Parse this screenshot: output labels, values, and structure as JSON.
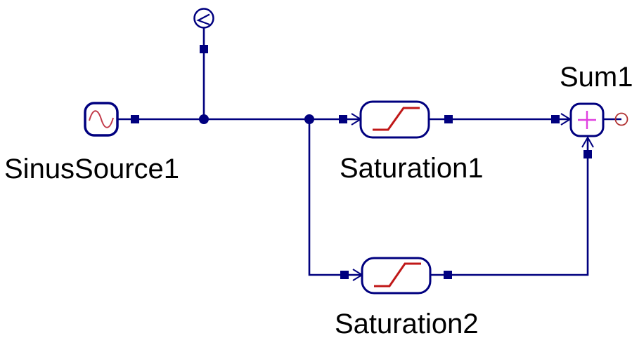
{
  "diagram": {
    "background": "#ffffff",
    "colors": {
      "connection": "#00007f",
      "block_outline": "#00007f",
      "saturation_curve": "#c01818",
      "sine_wave": "#c23b4a",
      "sum_plus": "#e040e0",
      "output_port_circle": "#b03030",
      "label_text": "#000000"
    },
    "labels": {
      "sinus_source1": "SinusSource1",
      "saturation1": "Saturation1",
      "saturation2": "Saturation2",
      "sum1": "Sum1"
    },
    "blocks": [
      {
        "id": "sensor1",
        "type": "sensor",
        "icon": "less-than-icon",
        "glyph": "<"
      },
      {
        "id": "sinus_source1",
        "type": "sine-source",
        "icon": "sine-wave-icon",
        "label": "SinusSource1"
      },
      {
        "id": "saturation1",
        "type": "saturation",
        "icon": "saturation-curve-icon",
        "label": "Saturation1"
      },
      {
        "id": "saturation2",
        "type": "saturation",
        "icon": "saturation-curve-icon",
        "label": "Saturation2"
      },
      {
        "id": "sum1",
        "type": "sum",
        "icon": "plus-icon",
        "operator": "+",
        "label": "Sum1"
      }
    ],
    "connections": [
      {
        "from": "sinus_source1.output",
        "to": "sensor1.input"
      },
      {
        "from": "sinus_source1.output",
        "to": "saturation1.input"
      },
      {
        "from": "sinus_source1.output",
        "to": "saturation2.input"
      },
      {
        "from": "saturation1.output",
        "to": "sum1.input_left"
      },
      {
        "from": "saturation2.output",
        "to": "sum1.input_bottom"
      },
      {
        "from": "sum1.output",
        "to": "unconnected"
      }
    ]
  }
}
